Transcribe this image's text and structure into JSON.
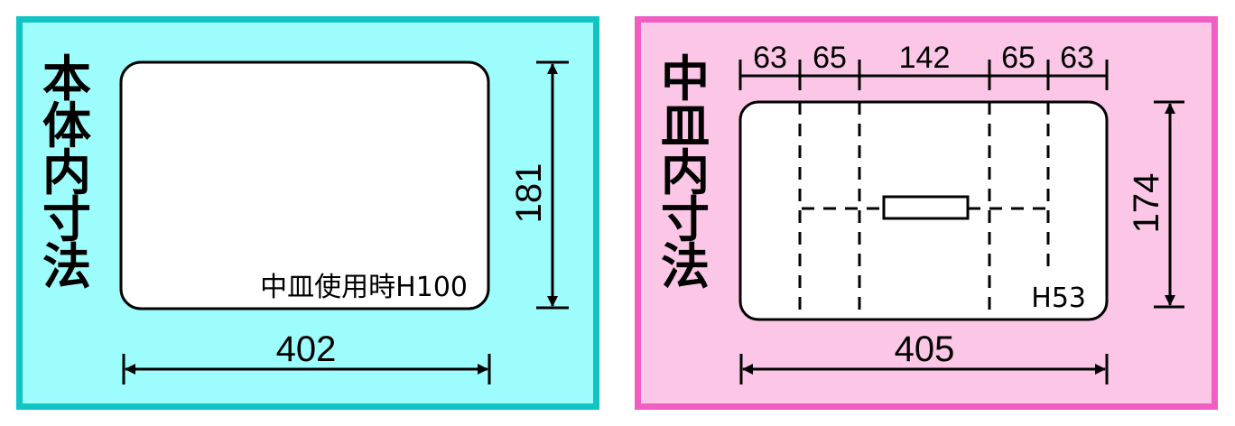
{
  "left_panel": {
    "title_chars": [
      "本",
      "体",
      "内",
      "寸",
      "法"
    ],
    "width_label": "402",
    "height_label": "181",
    "note": "中皿使用時H100",
    "border_color": "#10c4c4",
    "fill_color": "#9dfcfc"
  },
  "right_panel": {
    "title_chars": [
      "中",
      "皿",
      "内",
      "寸",
      "法"
    ],
    "segment_labels": [
      "63",
      "65",
      "142",
      "65",
      "63"
    ],
    "width_label": "405",
    "height_label": "174",
    "note": "H53",
    "border_color": "#f05ec3",
    "fill_color": "#fcc6e6"
  }
}
